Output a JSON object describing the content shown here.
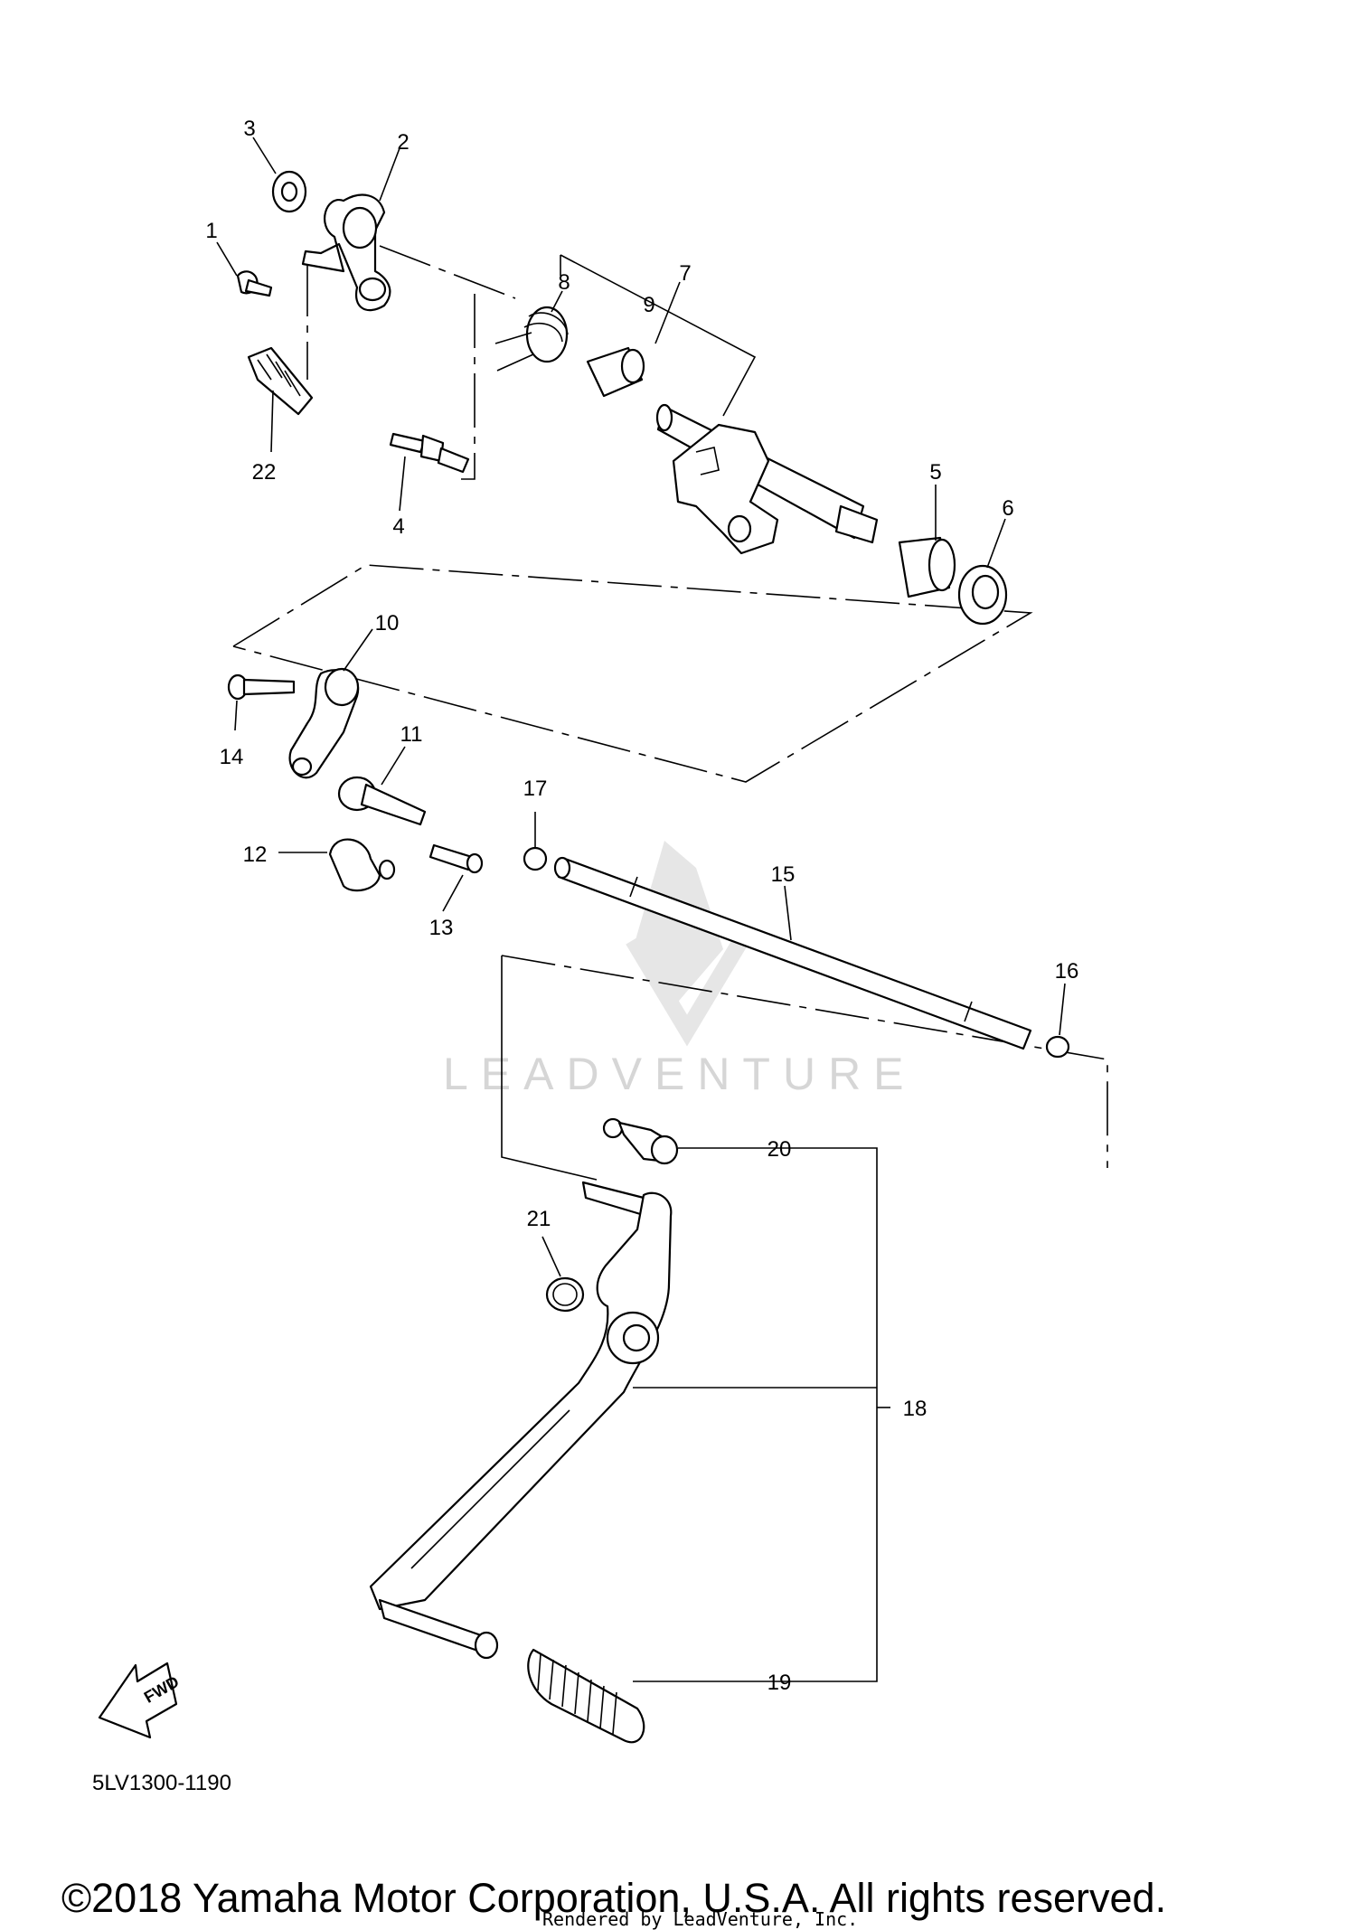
{
  "diagram": {
    "callouts": [
      "1",
      "2",
      "3",
      "4",
      "5",
      "6",
      "7",
      "8",
      "9",
      "10",
      "11",
      "12",
      "13",
      "14",
      "15",
      "16",
      "17",
      "18",
      "19",
      "20",
      "21",
      "22"
    ],
    "watermark": "LEADVENTURE",
    "direction_label": "FWD",
    "drawing_code": "5LV1300-1190",
    "copyright": "©2018 Yamaha Motor Corporation, U.S.A. All rights reserved.",
    "rendered_by": "Rendered by LeadVenture, Inc."
  }
}
